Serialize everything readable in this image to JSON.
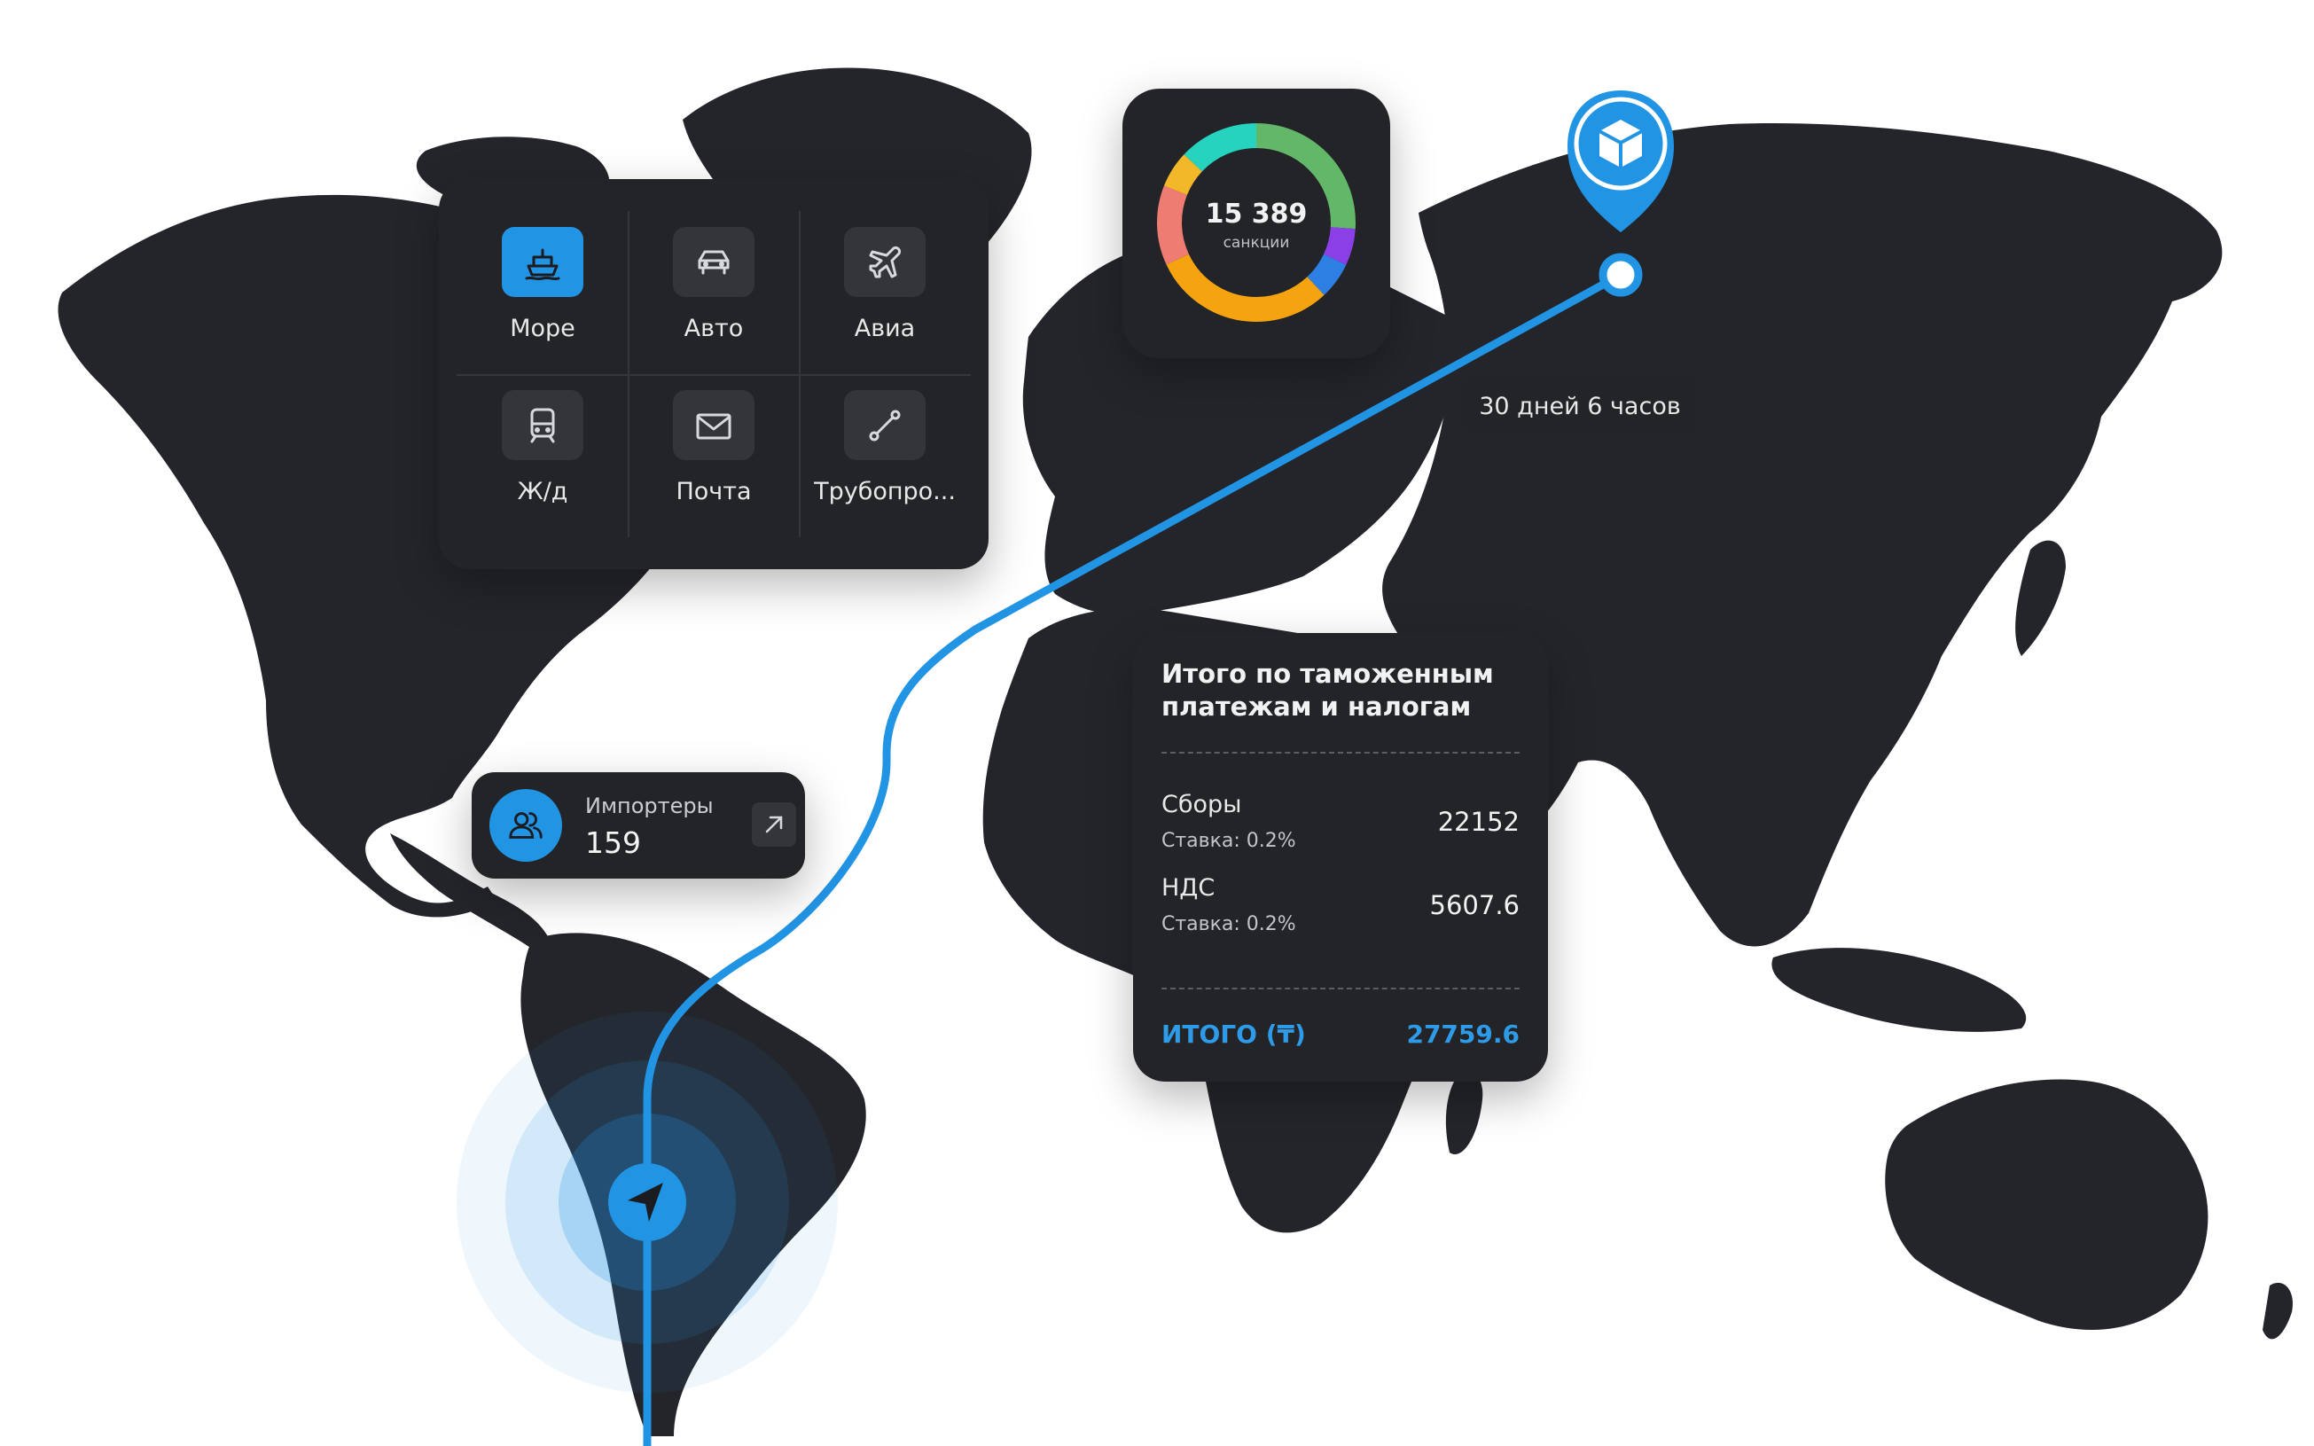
{
  "colors": {
    "accent": "#2294e4",
    "panel": "#232428",
    "land": "#24252a",
    "route": "#2294e4"
  },
  "transport": {
    "items": [
      {
        "label": "Море",
        "icon": "ship-icon",
        "active": true
      },
      {
        "label": "Авто",
        "icon": "car-icon",
        "active": false
      },
      {
        "label": "Авиа",
        "icon": "plane-icon",
        "active": false
      },
      {
        "label": "Ж/д",
        "icon": "train-icon",
        "active": false
      },
      {
        "label": "Почта",
        "icon": "mail-icon",
        "active": false
      },
      {
        "label": "Трубопро...",
        "icon": "pipeline-icon",
        "active": false
      }
    ]
  },
  "donut": {
    "value": "15 389",
    "caption": "санкции"
  },
  "chart_data": {
    "type": "pie",
    "title": "",
    "slices": [
      {
        "color": "#63b768",
        "value": 26
      },
      {
        "color": "#8b3fe6",
        "value": 6
      },
      {
        "color": "#2d7fe3",
        "value": 6
      },
      {
        "color": "#f5a30f",
        "value": 30
      },
      {
        "color": "#ee7c72",
        "value": 13
      },
      {
        "color": "#f2b82a",
        "value": 6
      },
      {
        "color": "#26d3be",
        "value": 13
      }
    ]
  },
  "duration": "30 дней 6 часов",
  "importers": {
    "label": "Импортеры",
    "value": "159",
    "icon": "users-icon",
    "link_icon": "arrow-up-right-icon"
  },
  "summary": {
    "title": "Итого по таможенным платежам и налогам",
    "rows": [
      {
        "label": "Сборы",
        "sub": "Ставка: 0.2%",
        "value": "22152"
      },
      {
        "label": "НДС",
        "sub": "Ставка: 0.2%",
        "value": "5607.6"
      }
    ],
    "total_label": "ИТОГО (₸)",
    "total_value": "27759.6"
  },
  "map": {
    "origin_icon": "navigation-arrow-icon",
    "destination_icon": "package-box-icon"
  }
}
